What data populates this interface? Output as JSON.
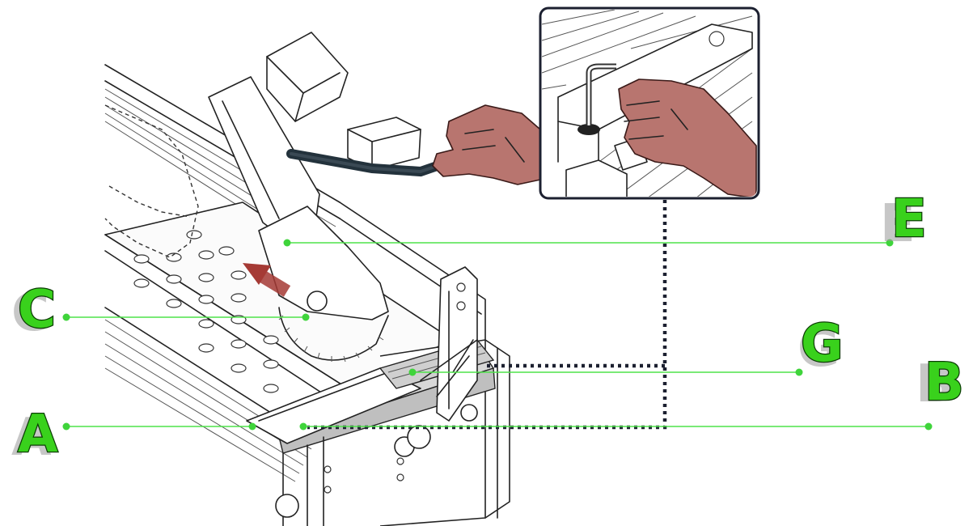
{
  "diagram": {
    "labels": [
      {
        "id": "A",
        "text": "A"
      },
      {
        "id": "B",
        "text": "B"
      },
      {
        "id": "C",
        "text": "C"
      },
      {
        "id": "E",
        "text": "E"
      },
      {
        "id": "G",
        "text": "G"
      }
    ],
    "colors": {
      "label_fill": "#39d11c",
      "label_outline": "#0c3d05",
      "leader_line": "#4fe34a",
      "dotted_callout": "#1c2030",
      "hand": "#b8756f",
      "motion_arrow": "#a53a35"
    },
    "icons": [
      "saw-illustration",
      "hand-icon",
      "hex-key-icon",
      "motion-arrow-icon"
    ]
  }
}
